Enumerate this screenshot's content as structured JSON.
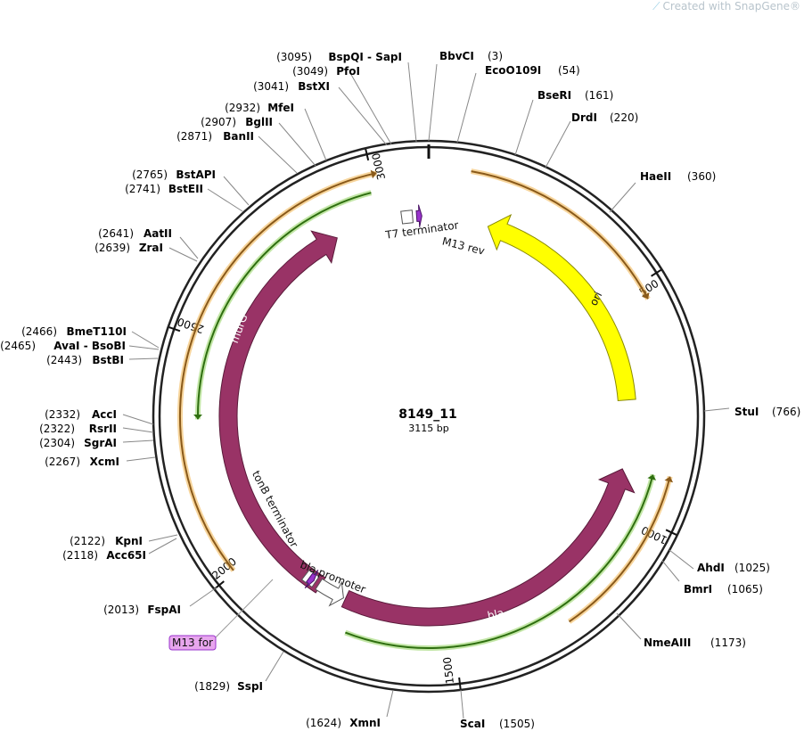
{
  "watermark": {
    "text": "Created with SnapGene®",
    "icon": "snapgene-logo-icon"
  },
  "plasmid": {
    "name": "8149_11",
    "length_label": "3115 bp",
    "length": 3115
  },
  "ticks": [
    {
      "pos": 500,
      "label": "500"
    },
    {
      "pos": 1000,
      "label": "1000"
    },
    {
      "pos": 1500,
      "label": "1500"
    },
    {
      "pos": 2000,
      "label": "2000"
    },
    {
      "pos": 2500,
      "label": "2500"
    },
    {
      "pos": 3000,
      "label": "3000"
    }
  ],
  "colors": {
    "cds": "#993366",
    "ori": "#ffff00",
    "orange": "#e8a33a",
    "green": "#5aa02c",
    "primer": "#9933cc",
    "primer_label_bg": "#e8a6ee"
  },
  "features": [
    {
      "name": "ori",
      "type": "ori",
      "start": 150,
      "end": 738,
      "direction": "reverse",
      "label": "ori"
    },
    {
      "name": "bla",
      "type": "cds",
      "start": 910,
      "end": 1770,
      "direction": "reverse",
      "label": "bla"
    },
    {
      "name": "murG",
      "type": "cds",
      "start": 1840,
      "end": 2880,
      "direction": "forward",
      "label": "murG"
    },
    {
      "name": "bla promoter",
      "type": "promoter",
      "start": 1775,
      "end": 1845,
      "direction": "reverse",
      "label": "bla promoter"
    },
    {
      "name": "tonB terminator",
      "type": "terminator",
      "start": 1855,
      "end": 1885,
      "label": "tonB terminator"
    },
    {
      "name": "T7 terminator",
      "type": "terminator",
      "start": 3048,
      "end": 3075,
      "label": "T7 terminator"
    },
    {
      "name": "M13 rev",
      "type": "primer",
      "start": 3085,
      "end": 3098,
      "label": "M13 rev"
    },
    {
      "name": "M13 for",
      "type": "primer",
      "start": 1860,
      "end": 1873,
      "label": "M13 for"
    }
  ],
  "orange_arcs": [
    {
      "start": 85,
      "end": 535,
      "direction": "forward"
    },
    {
      "start": 900,
      "end": 1260,
      "direction": "reverse"
    },
    {
      "start": 2005,
      "end": 3010,
      "direction": "forward"
    }
  ],
  "green_arcs": [
    {
      "start": 905,
      "end": 1740,
      "direction": "reverse"
    },
    {
      "start": 2330,
      "end": 2990,
      "direction": "reverse"
    }
  ],
  "enzymes": [
    {
      "name": "BbvCI",
      "pos_label": "(3)",
      "label_side": "right"
    },
    {
      "name": "EcoO109I",
      "pos_label": "(54)",
      "label_side": "right"
    },
    {
      "name": "BseRI",
      "pos_label": "(161)",
      "label_side": "right"
    },
    {
      "name": "DrdI",
      "pos_label": "(220)",
      "label_side": "right"
    },
    {
      "name": "HaeII",
      "pos_label": "(360)",
      "label_side": "right"
    },
    {
      "name": "StuI",
      "pos_label": "(766)",
      "label_side": "right"
    },
    {
      "name": "AhdI",
      "pos_label": "(1025)",
      "label_side": "right"
    },
    {
      "name": "BmrI",
      "pos_label": "(1065)",
      "label_side": "right"
    },
    {
      "name": "NmeAIII",
      "pos_label": "(1173)",
      "label_side": "right"
    },
    {
      "name": "ScaI",
      "pos_label": "(1505)",
      "label_side": "right"
    },
    {
      "name": "XmnI",
      "pos_label": "(1624)",
      "label_side": "left"
    },
    {
      "name": "SspI",
      "pos_label": "(1829)",
      "label_side": "left"
    },
    {
      "name": "FspAI",
      "pos_label": "(2013)",
      "label_side": "left"
    },
    {
      "name": "Acc65I",
      "pos_label": "(2118)",
      "label_side": "left"
    },
    {
      "name": "KpnI",
      "pos_label": "(2122)",
      "label_side": "left"
    },
    {
      "name": "XcmI",
      "pos_label": "(2267)",
      "label_side": "left"
    },
    {
      "name": "SgrAI",
      "pos_label": "(2304)",
      "label_side": "left"
    },
    {
      "name": "RsrII",
      "pos_label": "(2322)",
      "label_side": "left"
    },
    {
      "name": "AccI",
      "pos_label": "(2332)",
      "label_side": "left"
    },
    {
      "name": "BstBI",
      "pos_label": "(2443)",
      "label_side": "left"
    },
    {
      "name": "AvaI - BsoBI",
      "pos_label": "(2465)",
      "label_side": "left"
    },
    {
      "name": "BmeT110I",
      "pos_label": "(2466)",
      "label_side": "left"
    },
    {
      "name": "ZraI",
      "pos_label": "(2639)",
      "label_side": "left"
    },
    {
      "name": "AatII",
      "pos_label": "(2641)",
      "label_side": "left"
    },
    {
      "name": "BstEII",
      "pos_label": "(2741)",
      "label_side": "left"
    },
    {
      "name": "BstAPI",
      "pos_label": "(2765)",
      "label_side": "left"
    },
    {
      "name": "BanII",
      "pos_label": "(2871)",
      "label_side": "left"
    },
    {
      "name": "BglII",
      "pos_label": "(2907)",
      "label_side": "left"
    },
    {
      "name": "MfeI",
      "pos_label": "(2932)",
      "label_side": "left"
    },
    {
      "name": "BstXI",
      "pos_label": "(3041)",
      "label_side": "left"
    },
    {
      "name": "PfoI",
      "pos_label": "(3049)",
      "label_side": "left"
    },
    {
      "name": "BspQI - SapI",
      "pos_label": "(3095)",
      "label_side": "left"
    }
  ]
}
